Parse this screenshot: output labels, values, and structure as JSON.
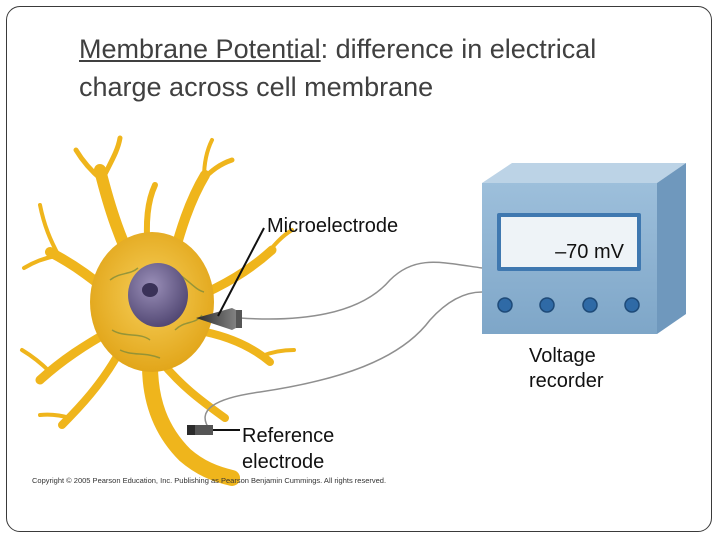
{
  "slide": {
    "title_term": "Membrane Potential",
    "title_rest": ": difference in electrical charge across cell membrane"
  },
  "diagram": {
    "voltage_reading": "–70 mV",
    "labels": {
      "microelectrode": "Microelectrode",
      "voltage_recorder": "Voltage recorder",
      "reference_electrode": "Reference electrode"
    },
    "copyright": "Copyright © 2005 Pearson Education, Inc. Publishing as Pearson Benjamin Cummings. All rights reserved."
  },
  "colors": {
    "neuron": "#efb51c",
    "recorder_body": "#8ab0cf",
    "recorder_screen": "#eef3f7",
    "knob": "#2f6aa6"
  },
  "icons": [
    "neuron-illustration",
    "voltage-recorder-box",
    "microelectrode-probe",
    "reference-electrode-probe"
  ]
}
